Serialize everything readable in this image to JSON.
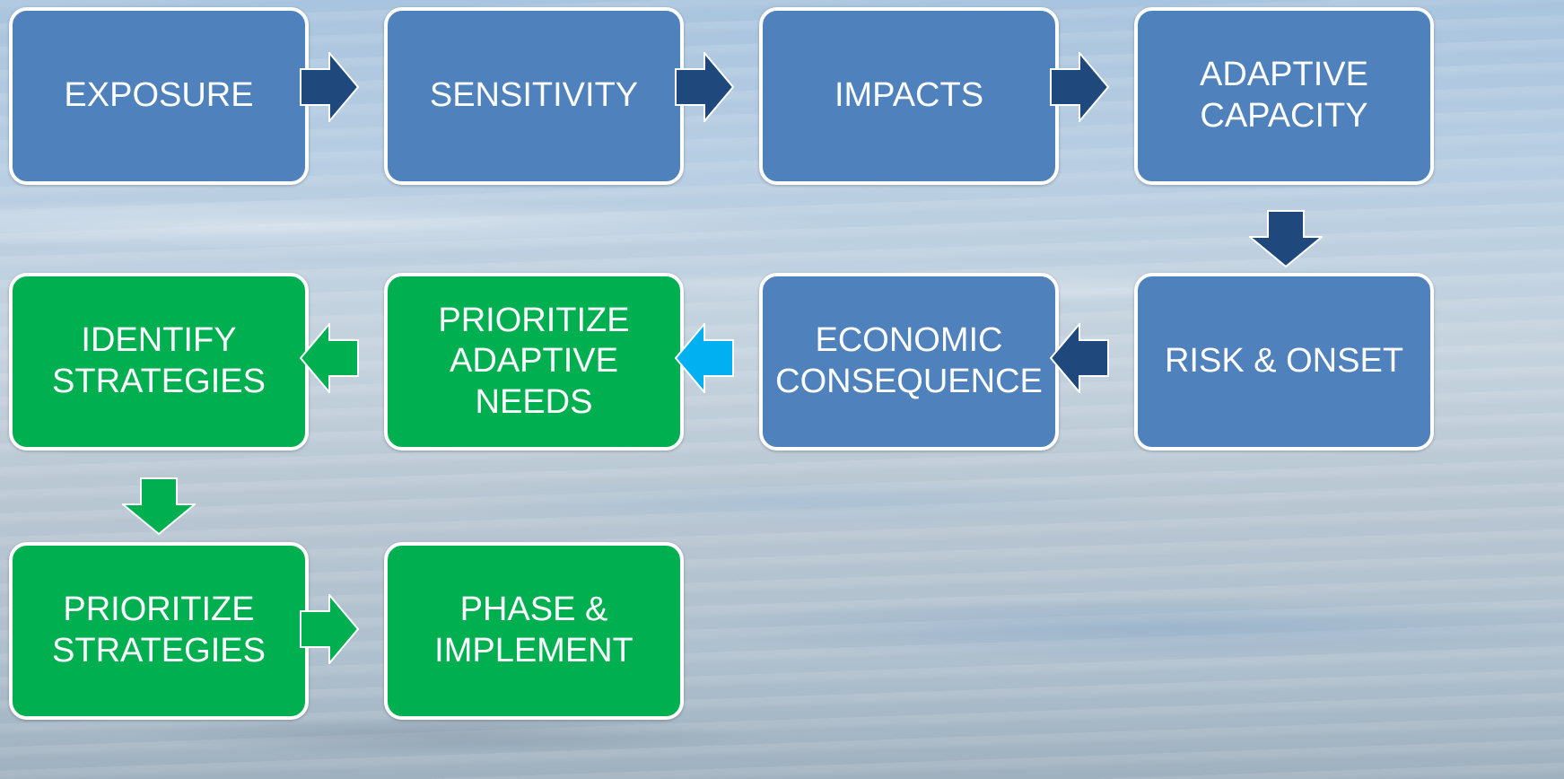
{
  "colors": {
    "blue_box": "#4f81bd",
    "green_box": "#00b050",
    "dark_blue_arrow": "#1f497d",
    "green_arrow": "#00b050",
    "light_blue_arrow": "#00b0f0",
    "border": "#ffffff"
  },
  "steps": [
    {
      "label": "EXPOSURE",
      "color": "blue"
    },
    {
      "label": "SENSITIVITY",
      "color": "blue"
    },
    {
      "label": "IMPACTS",
      "color": "blue"
    },
    {
      "label": "ADAPTIVE\nCAPACITY",
      "color": "blue"
    },
    {
      "label": "RISK & ONSET",
      "color": "blue"
    },
    {
      "label": "ECONOMIC\nCONSEQUENCE",
      "color": "blue"
    },
    {
      "label": "PRIORITIZE\nADAPTIVE\nNEEDS",
      "color": "green"
    },
    {
      "label": "IDENTIFY\nSTRATEGIES",
      "color": "green"
    },
    {
      "label": "PRIORITIZE\nSTRATEGIES",
      "color": "green"
    },
    {
      "label": "PHASE &\nIMPLEMENT",
      "color": "green"
    }
  ],
  "arrows": [
    {
      "name": "exposure-to-sensitivity",
      "direction": "right",
      "color": "dark-blue"
    },
    {
      "name": "sensitivity-to-impacts",
      "direction": "right",
      "color": "dark-blue"
    },
    {
      "name": "impacts-to-adaptive-capacity",
      "direction": "right",
      "color": "dark-blue"
    },
    {
      "name": "adaptive-capacity-to-risk-onset",
      "direction": "down",
      "color": "dark-blue"
    },
    {
      "name": "risk-onset-to-economic-consequence",
      "direction": "left",
      "color": "dark-blue"
    },
    {
      "name": "economic-consequence-to-prioritize-needs",
      "direction": "left",
      "color": "light-blue"
    },
    {
      "name": "prioritize-needs-to-identify-strategies",
      "direction": "left",
      "color": "green"
    },
    {
      "name": "identify-to-prioritize-strategies",
      "direction": "down",
      "color": "green"
    },
    {
      "name": "prioritize-strategies-to-phase-implement",
      "direction": "right",
      "color": "green"
    }
  ]
}
